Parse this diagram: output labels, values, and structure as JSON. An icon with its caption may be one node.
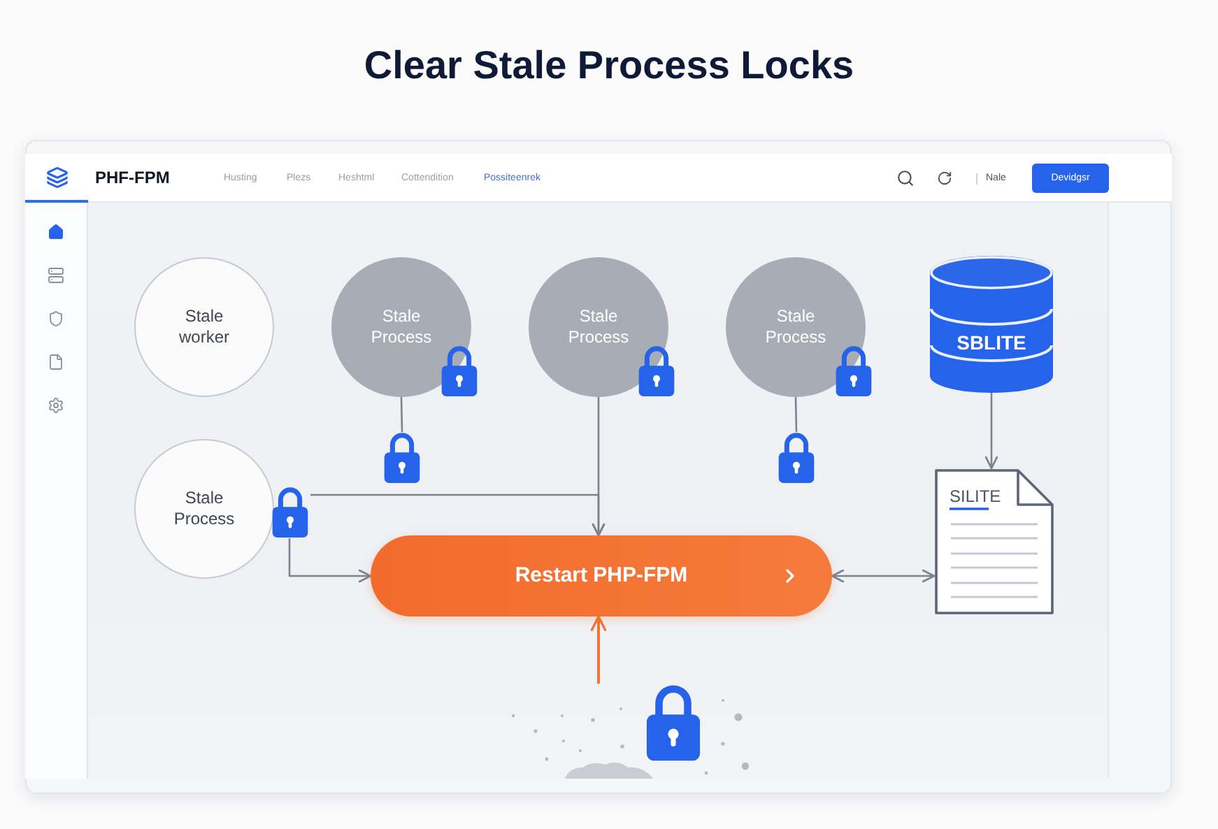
{
  "diagram": {
    "title": "Clear Stale Process Locks",
    "nodes": [
      {
        "text": [
          "Stale worker"
        ]
      },
      {
        "text": [
          "Stale Process"
        ]
      },
      {
        "text": [
          "Stale Process"
        ]
      },
      {
        "text": [
          "Stale Process"
        ]
      },
      {
        "text": [
          "SBLITE"
        ]
      },
      {
        "text": [],
        "shape": "lock"
      },
      {
        "text": [],
        "shape": "lock"
      },
      {
        "text": [
          "Stale Process"
        ]
      },
      {
        "text": [],
        "shape": "lock"
      },
      {
        "text": [
          "Restart PHP-FPM"
        ]
      },
      {
        "text": [
          "SILITE"
        ]
      },
      {
        "text": [],
        "shape": "picture"
      }
    ],
    "edges": [
      {
        "from": 1,
        "to": 5,
        "arrow": "none"
      },
      {
        "from": 3,
        "to": 6,
        "arrow": "none"
      },
      {
        "from": 2,
        "to": 9,
        "arrow": "to"
      },
      {
        "from": 8,
        "to": 9,
        "arrow": "to"
      },
      {
        "from": 8,
        "to": 9,
        "arrow": "to"
      },
      {
        "from": 9,
        "to": 10,
        "arrow": "both"
      },
      {
        "from": 4,
        "to": 10,
        "arrow": "to"
      },
      {
        "from": 11,
        "to": 9,
        "arrow": "to",
        "color": "#f47435"
      }
    ],
    "labels": [
      "PHF-FPM",
      "Husting",
      "Plezs",
      "Heshtml",
      "Cottendition",
      "Possiteenrek",
      "Nale",
      "Devidgsr"
    ]
  }
}
